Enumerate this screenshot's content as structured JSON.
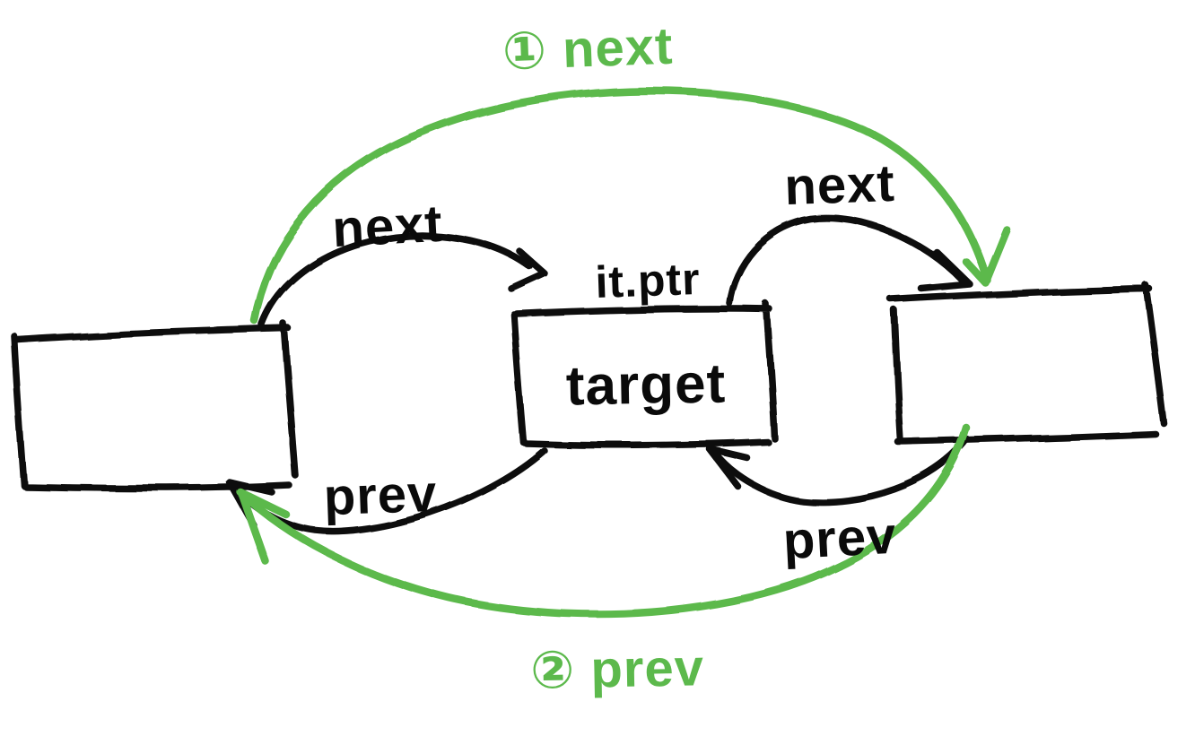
{
  "diagram": {
    "nodes": {
      "target": {
        "label": "target",
        "pointer_label": "it.ptr"
      }
    },
    "edge_labels": {
      "next_left": "next",
      "next_right": "next",
      "prev_left": "prev",
      "prev_right": "prev"
    },
    "steps": {
      "step1": "① next",
      "step2": "② prev"
    },
    "colors": {
      "ink": "#0a0a0a",
      "highlight_green": "#5cb94c",
      "background": "#ffffff"
    }
  }
}
